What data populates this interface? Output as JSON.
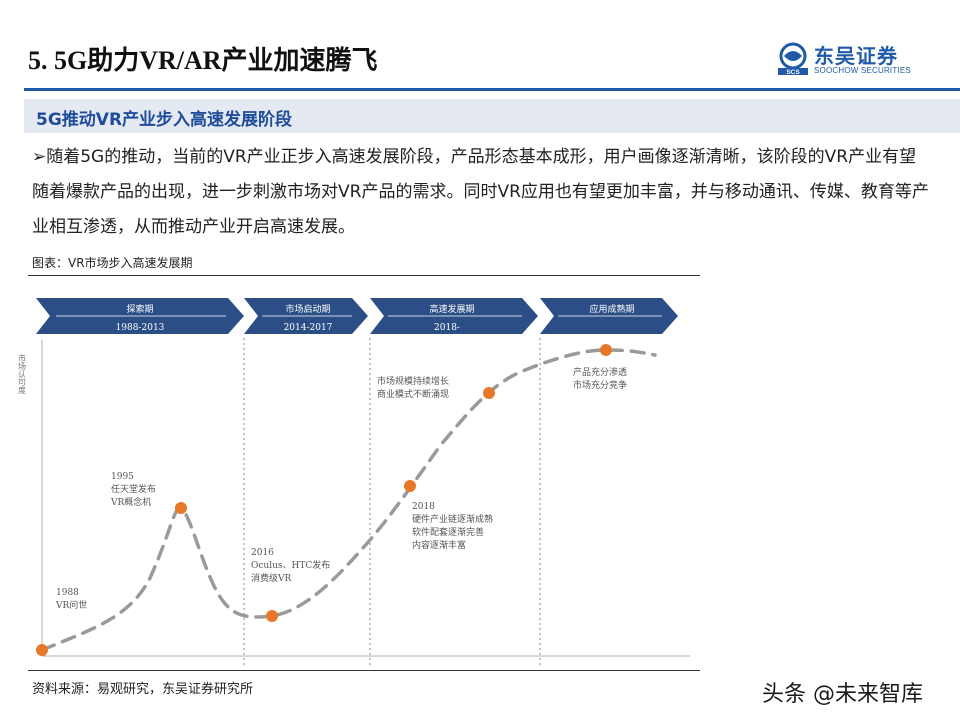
{
  "header": {
    "title": "5. 5G助力VR/AR产业加速腾飞",
    "logo_cn": "东吴证券",
    "logo_en": "SOOCHOW SECURITIES",
    "logo_mark_text": "SCS",
    "brand_color": "#1f5aa8"
  },
  "section": {
    "heading": "5G推动VR产业步入高速发展阶段",
    "paragraph": "➢随着5G的推动，当前的VR产业正步入高速发展阶段，产品形态基本成形，用户画像逐渐清晰，该阶段的VR产业有望随着爆款产品的出现，进一步刺激市场对VR产品的需求。同时VR应用也有望更加丰富，并与移动通讯、传媒、教育等产业相互渗透，从而推动产业开启高速发展。"
  },
  "figure": {
    "caption": "图表：VR市场步入高速发展期",
    "y_axis_label": "市场认可度",
    "stages": [
      {
        "name": "探索期",
        "years": "1988-2013"
      },
      {
        "name": "市场启动期",
        "years": "2014-2017"
      },
      {
        "name": "高速发展期",
        "years": "2018-"
      },
      {
        "name": "应用成熟期",
        "years": ""
      }
    ],
    "annotations": [
      {
        "id": "a1988",
        "lines": [
          "1988",
          "VR问世"
        ]
      },
      {
        "id": "a1995",
        "lines": [
          "1995",
          "任天堂发布",
          "VR概念机"
        ]
      },
      {
        "id": "a2016",
        "lines": [
          "2016",
          "Oculus、HTC发布",
          "消费级VR"
        ]
      },
      {
        "id": "a2018",
        "lines": [
          "2018",
          "硬件产业链逐渐成熟",
          "软件配套逐渐完善",
          "内容逐渐丰富"
        ]
      },
      {
        "id": "agrowth",
        "lines": [
          "市场规模持续增长",
          "商业模式不断涌现"
        ]
      },
      {
        "id": "amature",
        "lines": [
          "产品充分渗透",
          "市场充分竞争"
        ]
      }
    ],
    "colors": {
      "arrow": "#2b4e86",
      "dot": "#e6782a",
      "curve": "#9a9a9a"
    }
  },
  "footer": {
    "source": "资料来源：易观研究，东吴证券研究所",
    "watermark": "头条 @未来智库"
  }
}
